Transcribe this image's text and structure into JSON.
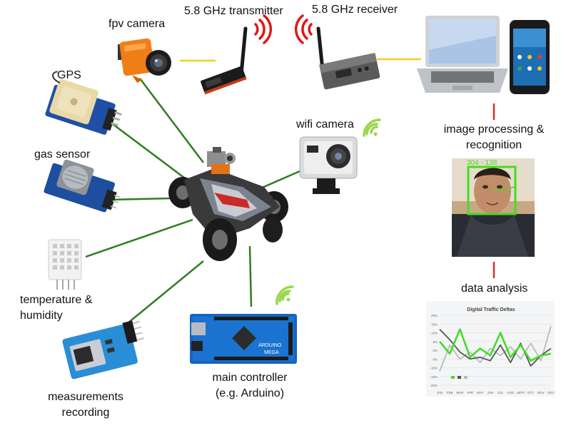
{
  "labels": {
    "fpv_camera": "fpv camera",
    "transmitter": "5.8 GHz transmitter",
    "receiver": "5.8 GHz receiver",
    "gps": "GPS",
    "gas_sensor": "gas sensor",
    "wifi_camera": "wifi camera",
    "image_processing_line1": "image processing &",
    "image_processing_line2": "recognition",
    "temperature_line1": "temperature &",
    "temperature_line2": "humidity",
    "data_analysis": "data analysis",
    "controller_line1": "main controller",
    "controller_line2": "(e.g. Arduino)",
    "recording_line1": "measurements",
    "recording_line2": "recording"
  },
  "face_overlay": {
    "numbers": "304 - 138"
  },
  "board_text": {
    "arduino": "ARDUINO",
    "mega": "MEGA"
  },
  "mini_chart": {
    "title": "Digital Traffic Deltas",
    "y_ticks": [
      "20%",
      "15%",
      "10%",
      "5%",
      "0%",
      "-5%",
      "-10%",
      "-15%",
      "-20%"
    ],
    "months": [
      "JAN",
      "FEB",
      "MAR",
      "APR",
      "MAY",
      "JUN",
      "JUL",
      "AUG",
      "SEPT",
      "OCT",
      "NOV",
      "DEC"
    ]
  },
  "chart_data": {
    "type": "line",
    "title": "Digital Traffic Deltas",
    "categories": [
      "JAN",
      "FEB",
      "MAR",
      "APR",
      "MAY",
      "JUN",
      "JUL",
      "AUG",
      "SEPT",
      "OCT",
      "NOV",
      "DEC"
    ],
    "ylim": [
      -20,
      20
    ],
    "series": [
      {
        "color": "#44dd22",
        "values": [
          5,
          -2,
          12,
          -4,
          1,
          -3,
          10,
          -4,
          3,
          -6,
          -3,
          -2
        ]
      },
      {
        "color": "#555555",
        "values": [
          12,
          6,
          -1,
          -5,
          -4,
          -6,
          3,
          -7,
          4,
          -9,
          -3,
          1
        ]
      },
      {
        "color": "#bbbbbb",
        "values": [
          -12,
          3,
          -5,
          -1,
          -7,
          1,
          -3,
          2,
          -5,
          4,
          -6,
          14
        ]
      }
    ]
  },
  "colors": {
    "link_green": "#2e7d1f",
    "link_yellow": "#f0d020",
    "link_red": "#d32f2f",
    "signal_red": "#e01818",
    "signal_green": "#99d84a"
  }
}
